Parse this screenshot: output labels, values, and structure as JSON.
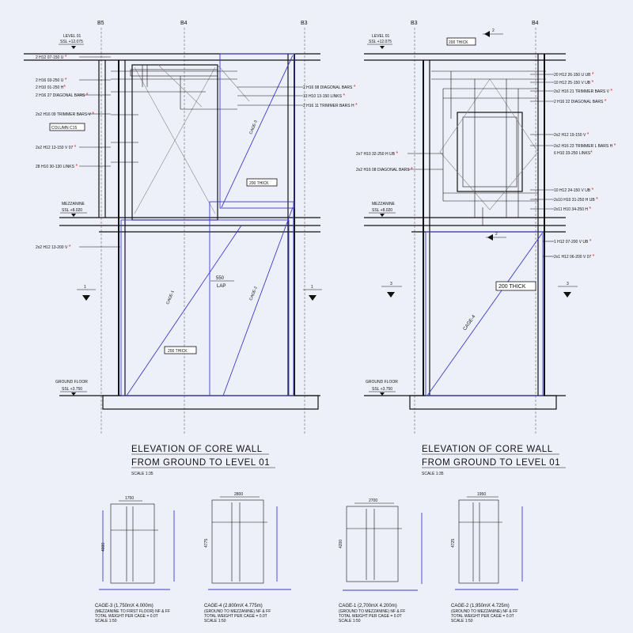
{
  "grid_left": [
    "B5",
    "B4",
    "B3"
  ],
  "grid_right": [
    "B3",
    "B4"
  ],
  "level01": {
    "name": "LEVEL 01",
    "ssl": "SSL +12.075"
  },
  "mezzanine": {
    "name": "MEZZANINE",
    "ssl": "SSL +8.020"
  },
  "ground": {
    "name": "GROUND FLOOR",
    "ssl": "SSL +3.750"
  },
  "thick_label": "200 THICK",
  "lap": {
    "value": "550",
    "label": "LAP"
  },
  "column_label": "COLUMN C15",
  "section_mark": "1",
  "section_mark_r": "3",
  "section_mark_r2": "2",
  "cage_labels": {
    "c3": "CAGE-3",
    "c1": "CAGE-1",
    "c2": "CAGE-2",
    "c4": "CAGE-4"
  },
  "left_notes": [
    "2 H12 07-150 U ",
    "2 H16 03-250 U ",
    "2 H10 01-250 H",
    "2 H16 27 DIAGONAL BARS ",
    "2x2 H16 09 TRIMMER BARS V ",
    "2x2 H12 13-150 V 07 ",
    "28 H10 30-130 LINKS ",
    "2x2 H12 13-200 V "
  ],
  "mid_notes": [
    "2 H16 08 DIAGONAL BARS ",
    "13 H10 13-150 LINKS ",
    "2 H16 11 TRIMMER BARS H "
  ],
  "right_notes": [
    "20 H12 26-150 U UB ",
    "10 H12 25-150 V UB ",
    "2x2 H16 21 TRIMMER BARS V ",
    "2 H16 22 DIAGONAL BARS ",
    "2x2 H12 19-150 V ",
    "2x2 H16 23 TRIMMER L BARS H ",
    "6 H10 33-250 LINKS",
    "10 H12 24-150 V UB ",
    "2x10 H10 31-250 H UB ",
    "2x11 H10 34-250 H ",
    "1 H12 07-200 V UB ",
    "2x1 H12 06-200 V 07 "
  ],
  "right_left_notes": [
    "2x7 H10 32-250 H UB ",
    "2x2 H16 08 DIAGONAL BARS "
  ],
  "elevation_title": [
    "ELEVATION OF CORE WALL",
    "FROM GROUND TO LEVEL 01"
  ],
  "scale": "SCALE 1:35",
  "cages": [
    {
      "title": "CAGE-3 (1,750mX 4.000m)",
      "sub": "(MEZZANINE TO FIRST FLOOR) NF & FF",
      "w": "1750",
      "h": "4000"
    },
    {
      "title": "CAGE-4 (2.800mX 4.775m)",
      "sub": "(GROUND TO MEZZANINE) NF & FF",
      "w": "2800",
      "h": "4775"
    },
    {
      "title": "CAGE-1 (2,700mX 4.200m)",
      "sub": "(GROUND TO MEZZANINE) NF & FF",
      "w": "2700",
      "h": "4200"
    },
    {
      "title": "CAGE-2 (1,950mX 4.725m)",
      "sub": "(GROUND TO MEZZANINE) NF & FF",
      "w": "1950",
      "h": "4725"
    }
  ],
  "cage_small": [
    "TOTAL WEIGHT PER CAGE = 0.0T",
    "SCALE 1:50"
  ],
  "colors": {
    "line": "#111111",
    "blue": "#3a3acc",
    "red": "#dd2222",
    "bg": "#eef0f9"
  }
}
